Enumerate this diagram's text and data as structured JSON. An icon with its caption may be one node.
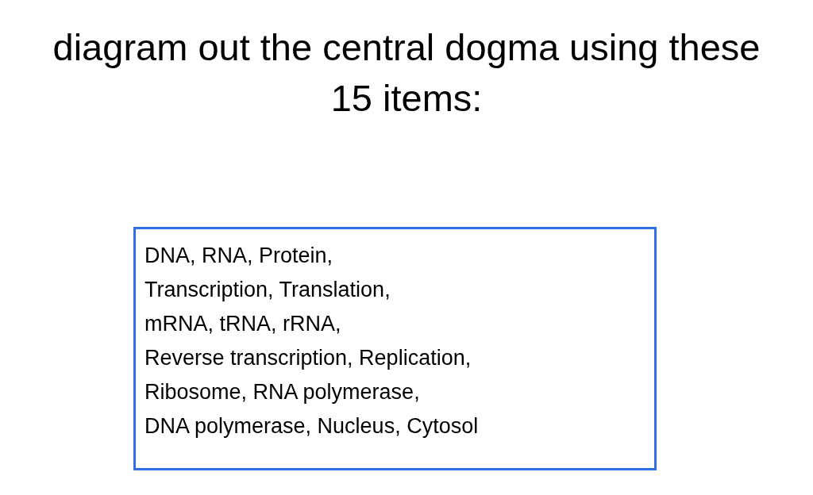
{
  "diagram": {
    "title": "diagram out the central dogma using these 15 items:",
    "nodes": [
      {
        "text": [
          "DNA, RNA, Protein,",
          "Transcription, Translation,",
          "mRNA, tRNA, rRNA,",
          "Reverse transcription, Replication,",
          "Ribosome, RNA polymerase,",
          "DNA polymerase, Nucleus, Cytosol"
        ]
      }
    ]
  }
}
